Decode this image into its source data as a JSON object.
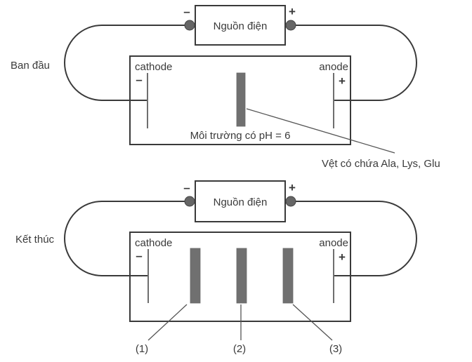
{
  "diagram": {
    "title": "Electrophoresis of amino acids Ala, Lys, Glu at pH 6",
    "panels": [
      {
        "id": "initial",
        "stage_label": "Ban đầu",
        "power_source_label": "Nguồn điện",
        "negative_sign": "–",
        "positive_sign": "+",
        "cathode_label": "cathode",
        "anode_label": "anode",
        "cathode_sign": "–",
        "anode_sign": "+",
        "medium_label": "Môi trường có pH = 6",
        "spot_label": "Vệt có chứa Ala, Lys, Glu"
      },
      {
        "id": "final",
        "stage_label": "Kết thúc",
        "power_source_label": "Nguồn điện",
        "negative_sign": "–",
        "positive_sign": "+",
        "cathode_label": "cathode",
        "anode_label": "anode",
        "cathode_sign": "–",
        "anode_sign": "+",
        "band_labels": [
          "(1)",
          "(2)",
          "(3)"
        ]
      }
    ],
    "colors": {
      "line": "#3a3a3a",
      "band": "#707070",
      "terminal": "#666666"
    }
  }
}
